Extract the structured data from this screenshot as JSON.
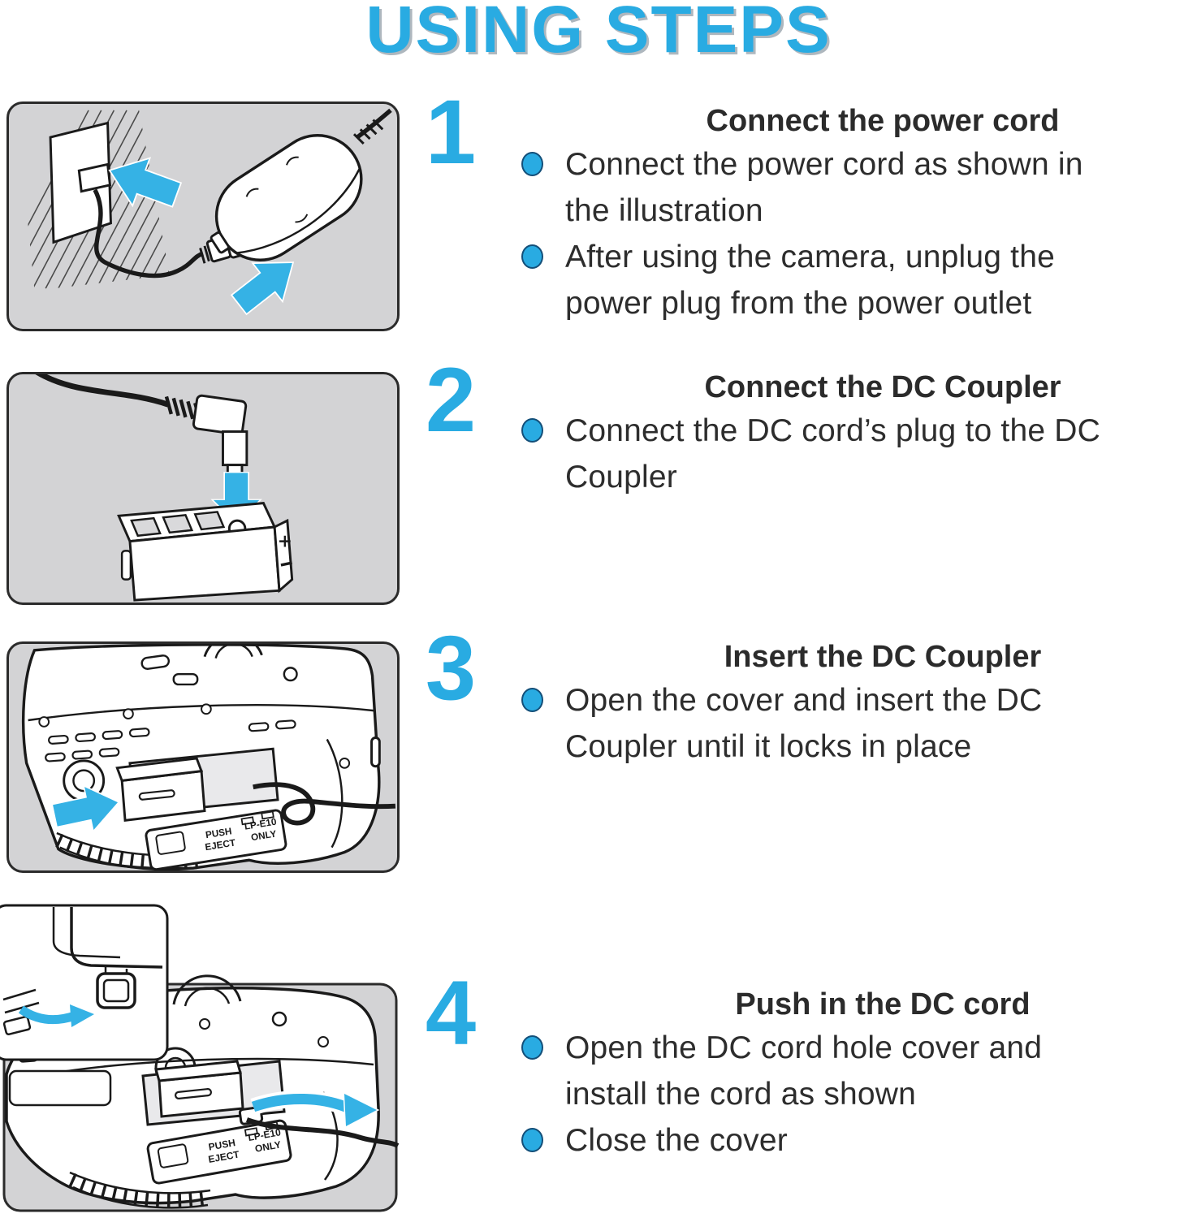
{
  "title": "USING STEPS",
  "colors": {
    "accent_blue": "#29abe2",
    "arrow_blue": "#35b2e5",
    "panel_background": "#d3d3d5",
    "panel_border": "#2b2b2b",
    "body_text": "#2d2d2d",
    "line_art": "#1a1a1a"
  },
  "steps": [
    {
      "number": "1",
      "heading": "Connect the power cord",
      "bullets": [
        {
          "lines": [
            "Connect the power cord as shown in",
            "the illustration"
          ]
        },
        {
          "lines": [
            "After using the camera, unplug the",
            "power plug from the power outlet"
          ]
        }
      ],
      "illustration": "wall-outlet-power-cord-ac-adapter"
    },
    {
      "number": "2",
      "heading": "Connect the DC Coupler",
      "bullets": [
        {
          "lines": [
            "Connect the DC cord’s plug to the DC",
            "Coupler"
          ]
        }
      ],
      "illustration": "dc-plug-into-dc-coupler"
    },
    {
      "number": "3",
      "heading": "Insert the DC Coupler",
      "bullets": [
        {
          "lines": [
            "Open the cover and insert the DC",
            "Coupler until it locks in place"
          ]
        }
      ],
      "illustration": "camera-bottom-insert-coupler"
    },
    {
      "number": "4",
      "heading": "Push in the DC cord",
      "bullets": [
        {
          "lines": [
            "Open the DC cord hole cover and",
            "install the cord as shown"
          ]
        },
        {
          "lines": [
            "Close the cover"
          ]
        }
      ],
      "illustration": "camera-bottom-push-cord-with-inset"
    }
  ],
  "illustration_labels": {
    "push": "PUSH",
    "eject": "EJECT",
    "lp_e10": "LP-E10",
    "only": "ONLY"
  }
}
